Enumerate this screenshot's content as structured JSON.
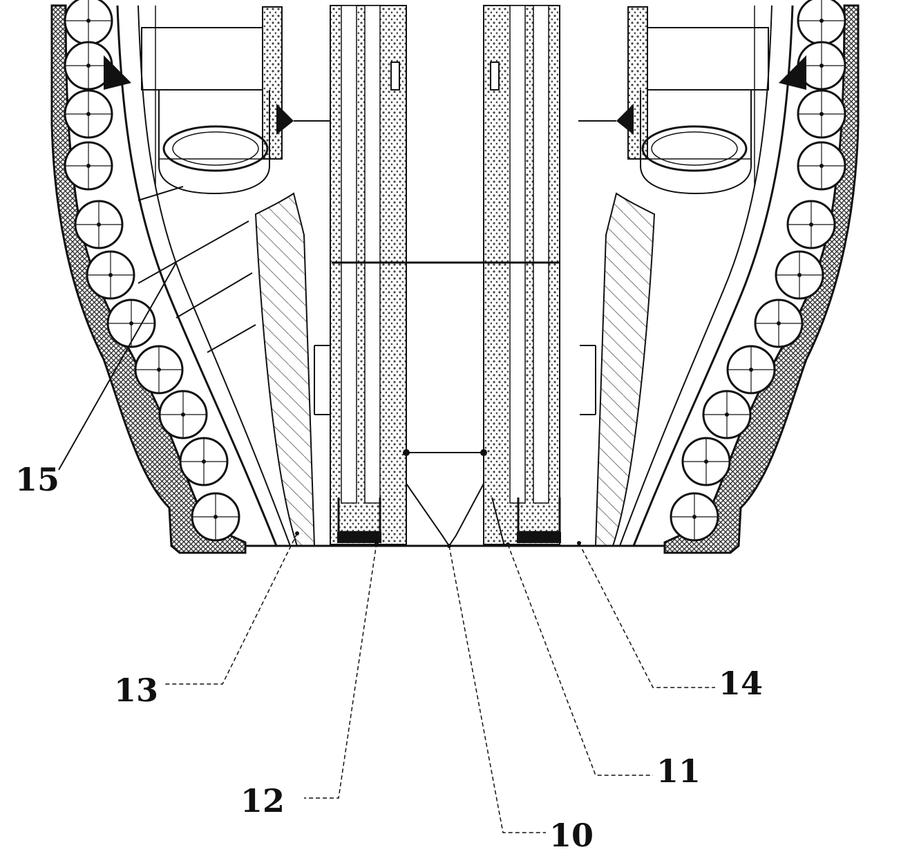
{
  "labels": {
    "l10": "10",
    "l11": "11",
    "l12": "12",
    "l13": "13",
    "l14": "14",
    "l15": "15"
  },
  "colors": {
    "ink": "#111111",
    "paper": "#ffffff",
    "crosshatch": "#555555"
  }
}
